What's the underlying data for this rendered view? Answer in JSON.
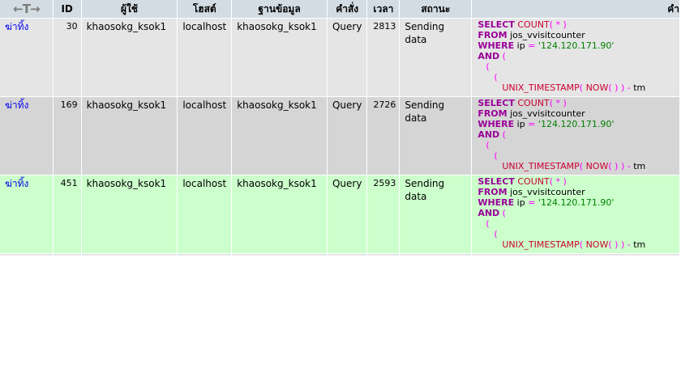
{
  "header": {
    "arrows": "←T→",
    "id": "ID",
    "user": "ผู้ใช้",
    "host": "โฮสต์",
    "db": "ฐานข้อมูล",
    "command": "คำสั่ง",
    "time": "เวลา",
    "status": "สถานะ",
    "sql": "คำ"
  },
  "rows": [
    {
      "kill": "ฆ่าทิ้ง",
      "id": "30",
      "user": "khaosokg_ksok1",
      "host": "localhost",
      "db": "khaosokg_ksok1",
      "command": "Query",
      "time": "2813",
      "status": "Sending data"
    },
    {
      "kill": "ฆ่าทิ้ง",
      "id": "169",
      "user": "khaosokg_ksok1",
      "host": "localhost",
      "db": "khaosokg_ksok1",
      "command": "Query",
      "time": "2726",
      "status": "Sending data"
    },
    {
      "kill": "ฆ่าทิ้ง",
      "id": "451",
      "user": "khaosokg_ksok1",
      "host": "localhost",
      "db": "khaosokg_ksok1",
      "command": "Query",
      "time": "2593",
      "status": "Sending data"
    }
  ],
  "sql": {
    "select": "SELECT",
    "count": "COUNT",
    "lp": "(",
    "star": "*",
    "rp": ")",
    "from": "FROM",
    "table": "jos_vvisitcounter",
    "where": "WHERE",
    "ip_col": "ip",
    "eq": "=",
    "ip_val": "'124.120.171.90'",
    "and": "AND",
    "unix": "UNIX_TIMESTAMP",
    "now": "NOW",
    "minus": "-",
    "tm": "tm"
  }
}
